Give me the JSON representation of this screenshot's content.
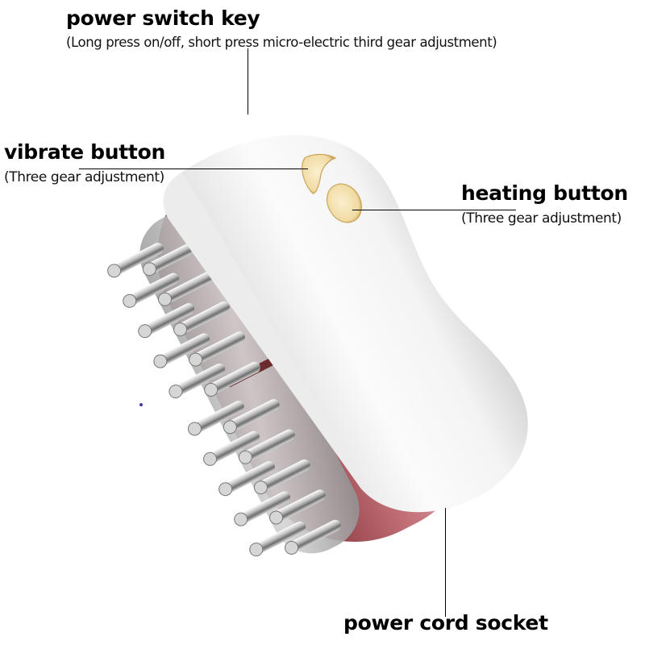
{
  "labels": {
    "power_switch": {
      "title": "power switch key",
      "subtitle": "(Long press on/off, short press micro-electric third gear adjustment)"
    },
    "vibrate": {
      "title": "vibrate button",
      "subtitle": "(Three gear adjustment)"
    },
    "heating": {
      "title": "heating button",
      "subtitle": "(Three gear adjustment)"
    },
    "power_cord": {
      "title": "power cord socket"
    }
  },
  "colors": {
    "background": "#ffffff",
    "body": "#f4f4f4",
    "body_shadow": "#d9d9d9",
    "rim": "#b5636a",
    "rim_dark": "#7a2a30",
    "button_gold": "#f3dfae",
    "button_edge": "#c9a45a",
    "metal": "#c8c8c8",
    "dot": "#3c3caa"
  },
  "device": {
    "name": "electric scalp massage comb",
    "pin_rows": 10
  }
}
